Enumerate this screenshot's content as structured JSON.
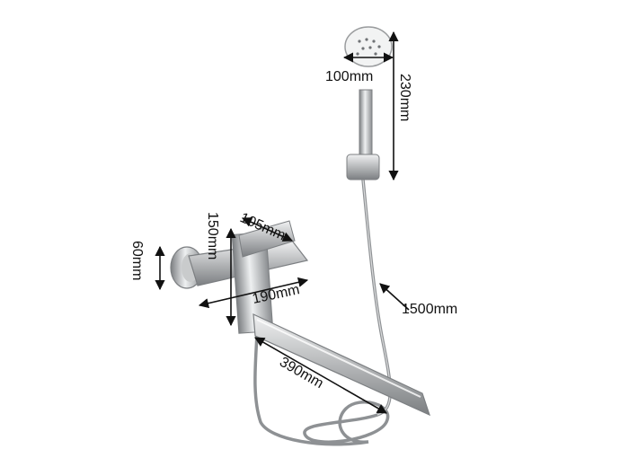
{
  "labels": {
    "head_width": "100mm",
    "handle_height": "230mm",
    "lever": "105mm",
    "body_height": "150mm",
    "flange": "60mm",
    "body_width": "190mm",
    "hose": "1500mm",
    "spout": "390mm"
  },
  "colors": {
    "metal": "#b9bbbd",
    "metal_dark": "#7d8083",
    "metal_light": "#e6e7e8",
    "ink": "#111111"
  }
}
